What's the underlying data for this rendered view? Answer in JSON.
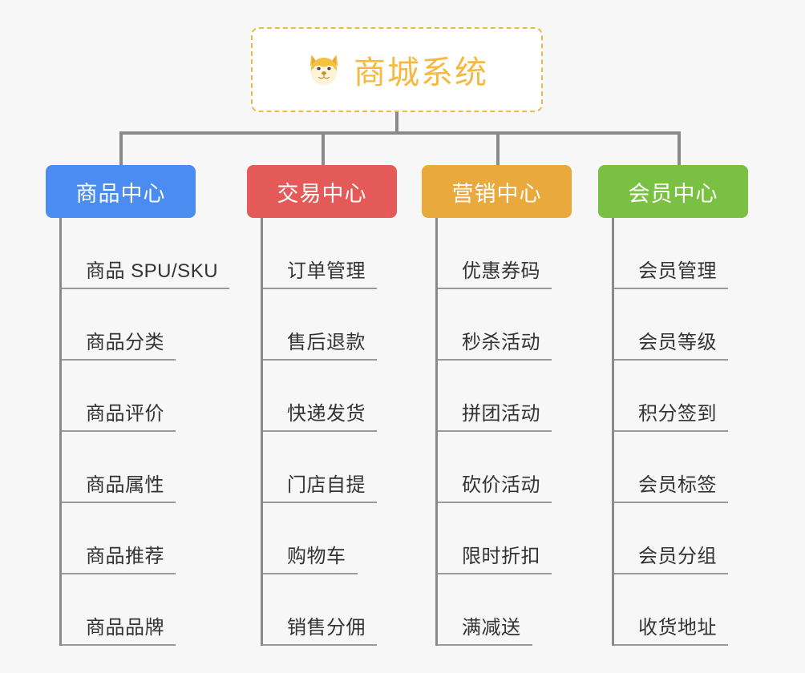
{
  "page": {
    "background_color": "#f7f7f7",
    "title": "商城系统"
  },
  "root": {
    "icon": "shiba-dog-face-icon",
    "title": "商城系统",
    "border_color": "#f0b849",
    "text_color": "#f5b942"
  },
  "connector": {
    "color": "#8a8a8a"
  },
  "columns": [
    {
      "label": "商品中心",
      "color": "#4a8cf0",
      "items": [
        "商品 SPU/SKU",
        "商品分类",
        "商品评价",
        "商品属性",
        "商品推荐",
        "商品品牌"
      ]
    },
    {
      "label": "交易中心",
      "color": "#e45a58",
      "items": [
        "订单管理",
        "售后退款",
        "快递发货",
        "门店自提",
        "购物车",
        "销售分佣"
      ]
    },
    {
      "label": "营销中心",
      "color": "#eaa93c",
      "items": [
        "优惠券码",
        "秒杀活动",
        "拼团活动",
        "砍价活动",
        "限时折扣",
        "满减送"
      ]
    },
    {
      "label": "会员中心",
      "color": "#7ac143",
      "items": [
        "会员管理",
        "会员等级",
        "积分签到",
        "会员标签",
        "会员分组",
        "收货地址"
      ]
    }
  ]
}
